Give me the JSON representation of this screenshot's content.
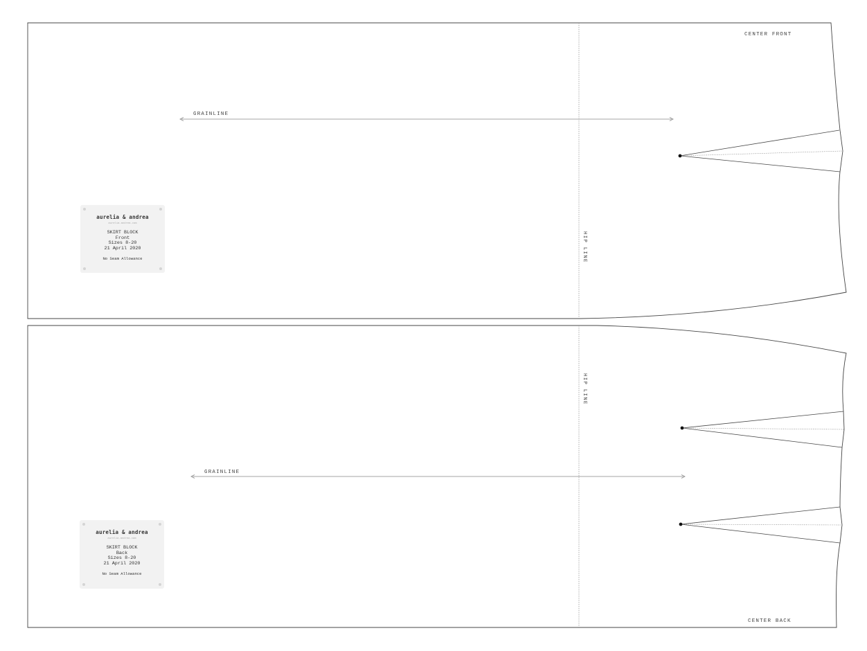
{
  "pieces": {
    "front": {
      "center_label": "CENTER FRONT",
      "grainline_label": "GRAINLINE",
      "hipline_label": "HIP LINE",
      "card": {
        "brand": "aurelia & andrea",
        "url": "aurelia-andrea.com",
        "title": "SKIRT BLOCK",
        "piece": "Front",
        "sizes": "Sizes 8-20",
        "date": "21 April 2020",
        "note": "No Seam Allowance"
      }
    },
    "back": {
      "center_label": "CENTER BACK",
      "grainline_label": "GRAINLINE",
      "hipline_label": "HIP LINE",
      "card": {
        "brand": "aurelia & andrea",
        "url": "aurelia-andrea.com",
        "title": "SKIRT BLOCK",
        "piece": "Back",
        "sizes": "Sizes 8-20",
        "date": "21 April 2020",
        "note": "No Seam Allowance"
      }
    }
  },
  "colors": {
    "outline": "#444444",
    "guide": "#999999",
    "card_bg": "#f2f2f2"
  }
}
